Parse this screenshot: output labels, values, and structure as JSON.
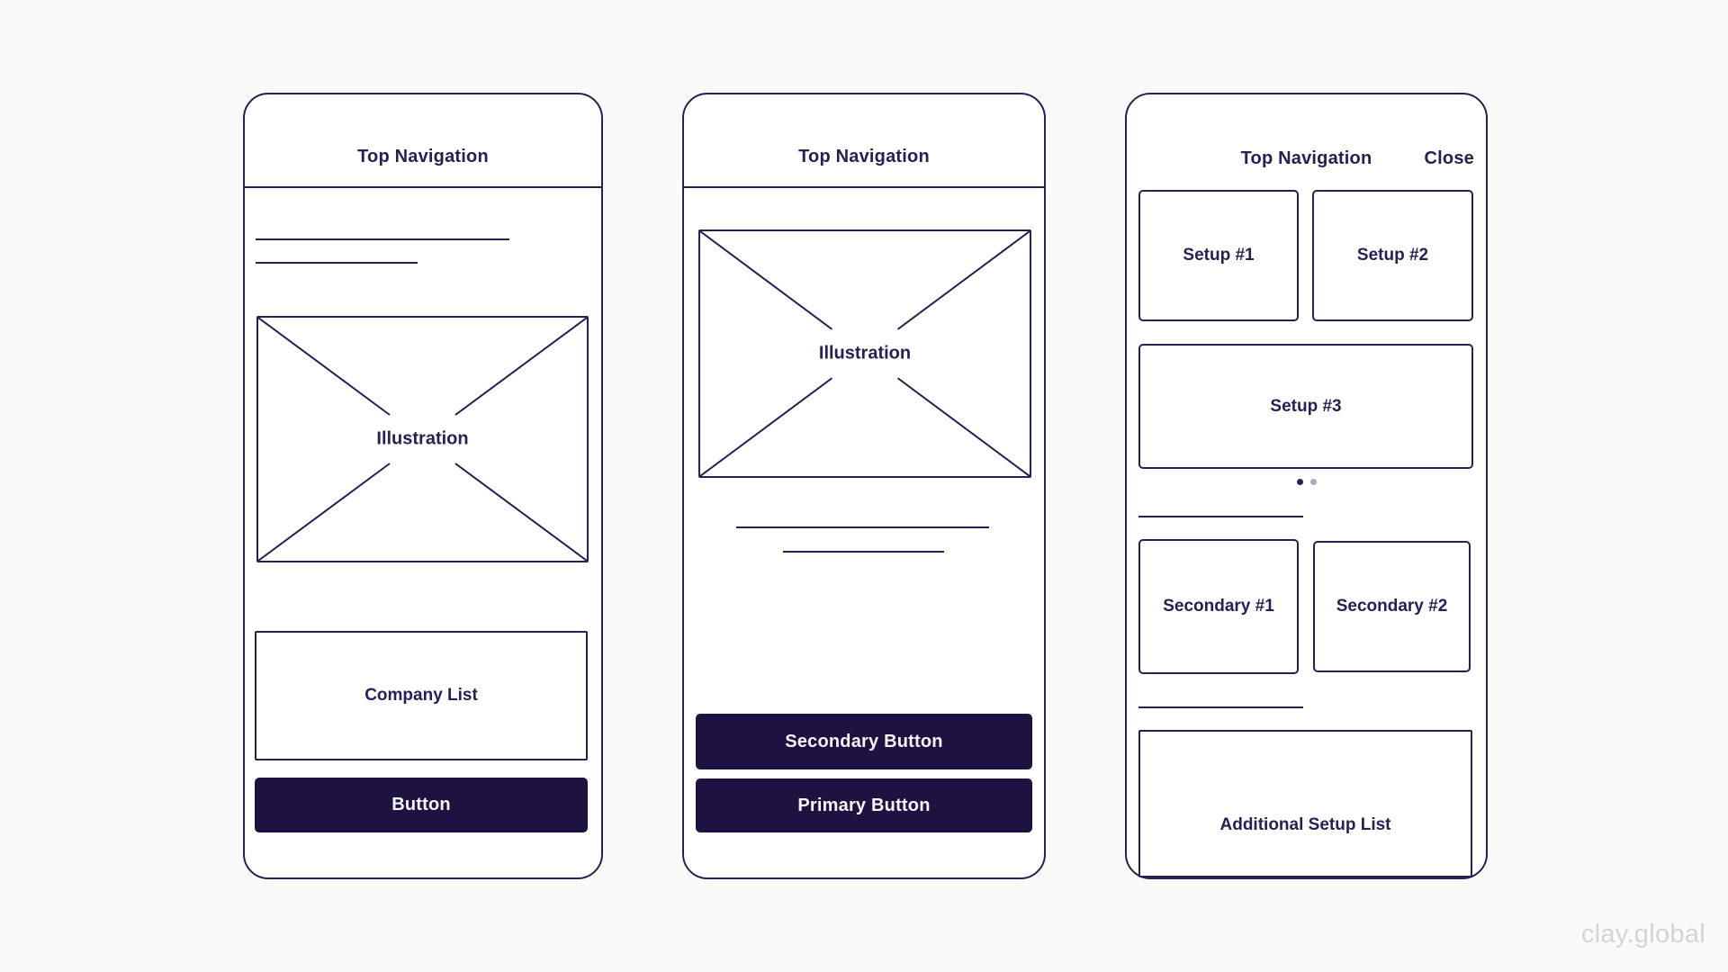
{
  "page": {
    "watermark": "clay.global",
    "background": "#FBFAF9"
  },
  "colors": {
    "ink": "#262153",
    "screen_background": "#FFFFFF",
    "button_background": "#1E1240",
    "button_text": "#F7F6FB",
    "dot_active": "#262153",
    "dot_inactive": "#ABA7C4",
    "watermark": "#D4D4D4"
  },
  "screens": [
    {
      "name": "company-list-wireframe",
      "header": {
        "title": "Top Navigation"
      },
      "illustration_label": "Illustration",
      "company_list_label": "Company List",
      "button_label": "Button"
    },
    {
      "name": "illustration-wireframe",
      "header": {
        "title": "Top Navigation"
      },
      "illustration_label": "Illustration",
      "secondary_button_label": "Secondary Button",
      "primary_button_label": "Primary Button"
    },
    {
      "name": "setup-wireframe",
      "header": {
        "title": "Top Navigation",
        "action": "Close"
      },
      "setup_cards": [
        "Setup #1",
        "Setup #2",
        "Setup #3"
      ],
      "pagination": {
        "dots": 2,
        "active_index": 0
      },
      "secondary_cards": [
        "Secondary #1",
        "Secondary #2"
      ],
      "additional_setup_label": "Additional Setup List"
    }
  ]
}
